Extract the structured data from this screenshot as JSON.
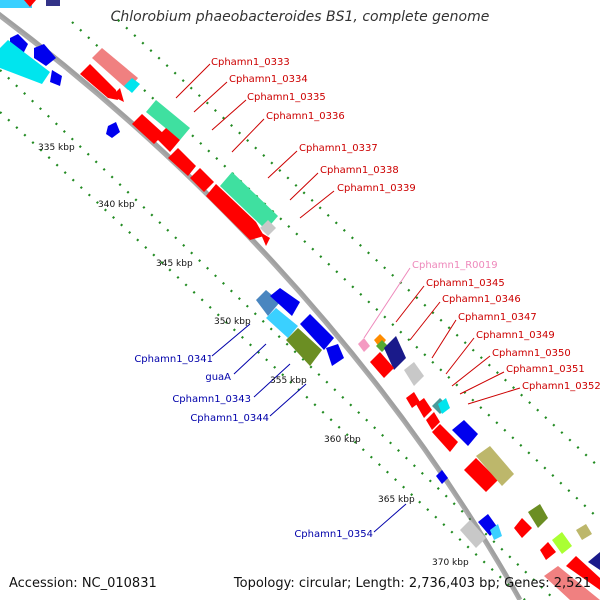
{
  "title": "Chlorobium phaeobacteroides BS1, complete genome",
  "accession": "Accession: NC_010831",
  "topology": "Topology: circular; Length: 2,736,403 bp; Genes: 2,521",
  "kbp_labels": [
    "335 kbp",
    "340 kbp",
    "345 kbp",
    "350 kbp",
    "355 kbp",
    "360 kbp",
    "365 kbp",
    "370 kbp"
  ],
  "gene_labels_right": [
    {
      "text": "Cphamn1_0333",
      "color": "#cc0000"
    },
    {
      "text": "Cphamn1_0334",
      "color": "#cc0000"
    },
    {
      "text": "Cphamn1_0335",
      "color": "#cc0000"
    },
    {
      "text": "Cphamn1_0336",
      "color": "#cc0000"
    },
    {
      "text": "Cphamn1_0337",
      "color": "#cc0000"
    },
    {
      "text": "Cphamn1_0338",
      "color": "#cc0000"
    },
    {
      "text": "Cphamn1_0339",
      "color": "#cc0000"
    },
    {
      "text": "Cphamn1_R0019",
      "color": "#ee88bb"
    },
    {
      "text": "Cphamn1_0345",
      "color": "#cc0000"
    },
    {
      "text": "Cphamn1_0346",
      "color": "#cc0000"
    },
    {
      "text": "Cphamn1_0347",
      "color": "#cc0000"
    },
    {
      "text": "Cphamn1_0349",
      "color": "#cc0000"
    },
    {
      "text": "Cphamn1_0350",
      "color": "#cc0000"
    },
    {
      "text": "Cphamn1_0351",
      "color": "#cc0000"
    },
    {
      "text": "Cphamn1_0352",
      "color": "#cc0000"
    }
  ],
  "gene_labels_left": [
    {
      "text": "Cphamn1_0341",
      "color": "#0000aa"
    },
    {
      "text": "guaA",
      "color": "#0000aa"
    },
    {
      "text": "Cphamn1_0343",
      "color": "#0000aa"
    },
    {
      "text": "Cphamn1_0344",
      "color": "#0000aa"
    },
    {
      "text": "Cphamn1_0354",
      "color": "#0000aa"
    }
  ],
  "colors": {
    "forward_strand": "#ff0000",
    "reverse_strand": "#0000ee",
    "backbone": "#8c8c8c",
    "tick": "#228b22"
  }
}
